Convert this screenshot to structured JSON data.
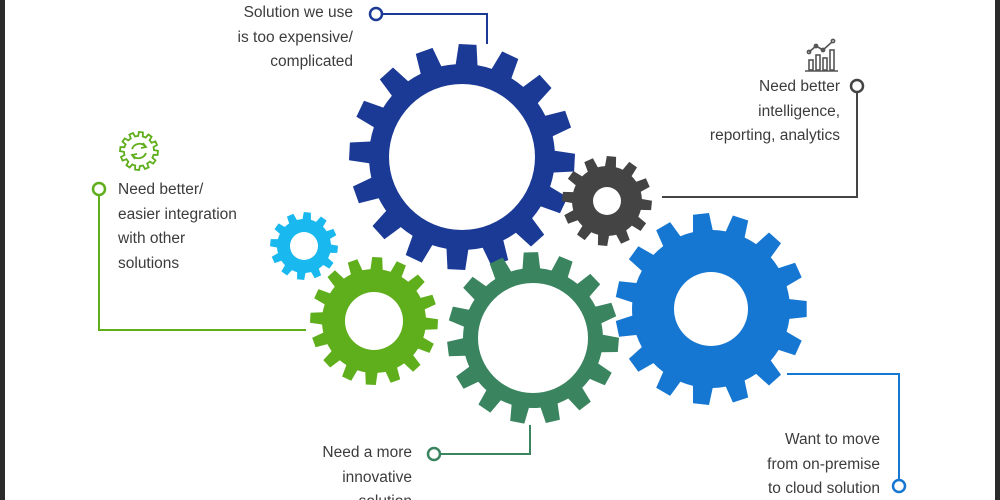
{
  "colors": {
    "gear_navy": "#1b3a96",
    "gear_dark_gray": "#444444",
    "gear_blue": "#1677d2",
    "gear_green_dark": "#3a8560",
    "gear_green_lime": "#5fae1b",
    "gear_sky": "#19b8ee",
    "connector_navy": "#1b3a96",
    "connector_gray": "#444444",
    "connector_lime": "#5fae1b",
    "connector_green": "#3a8560",
    "connector_blue": "#1677d2",
    "text": "#3c3c3c"
  },
  "labels": {
    "top": [
      "Solution we use",
      "is too expensive/",
      "complicated"
    ],
    "intelligence": [
      "Need better",
      "intelligence,",
      "reporting, analytics"
    ],
    "integration": [
      "Need better/",
      "easier integration",
      "with other",
      "solutions"
    ],
    "innovative": [
      "Need a more",
      "innovative",
      "solution"
    ],
    "cloud": [
      "Want to move",
      "from on-premise",
      "to cloud solution"
    ]
  },
  "icons": {
    "integration": "refresh-gear-icon",
    "intelligence": "bar-chart-trend-icon"
  }
}
